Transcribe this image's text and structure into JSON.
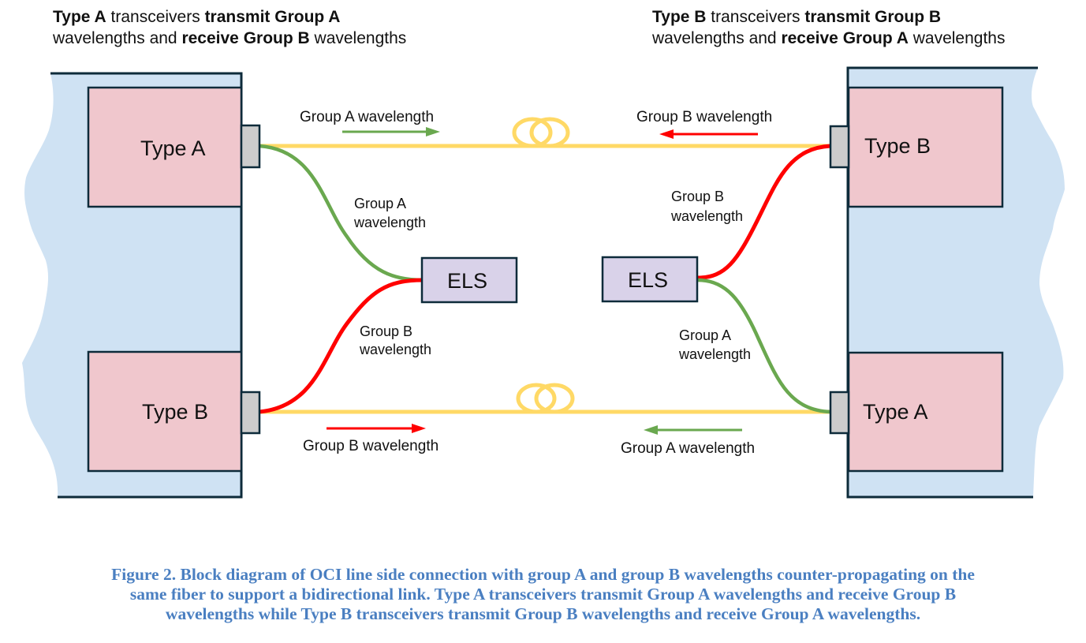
{
  "header_left": {
    "parts": [
      {
        "text": "Type A",
        "bold": true
      },
      {
        "text": " transceivers ",
        "bold": false
      },
      {
        "text": "transmit Group A",
        "bold": true
      },
      {
        "text": "\n",
        "bold": false
      },
      {
        "text": "wavelengths and ",
        "bold": false
      },
      {
        "text": "receive Group B",
        "bold": true
      },
      {
        "text": " wavelengths",
        "bold": false
      }
    ]
  },
  "header_right": {
    "parts": [
      {
        "text": "Type B",
        "bold": true
      },
      {
        "text": " transceivers ",
        "bold": false
      },
      {
        "text": "transmit Group B",
        "bold": true
      },
      {
        "text": "\n",
        "bold": false
      },
      {
        "text": "wavelengths and ",
        "bold": false
      },
      {
        "text": "receive Group A",
        "bold": true
      },
      {
        "text": " wavelengths",
        "bold": false
      }
    ]
  },
  "left_site": {
    "top_transceiver": "Type A",
    "bottom_transceiver": "Type B",
    "els": "ELS",
    "upper_branch_label": [
      "Group A",
      "wavelength"
    ],
    "lower_branch_label": [
      "Group B",
      "wavelength"
    ]
  },
  "right_site": {
    "top_transceiver": "Type B",
    "bottom_transceiver": "Type A",
    "els": "ELS",
    "upper_branch_label": [
      "Group B",
      "wavelength"
    ],
    "lower_branch_label": [
      "Group A",
      "wavelength"
    ]
  },
  "top_fiber": {
    "left_label": "Group A wavelength",
    "left_direction": "right",
    "right_label": "Group B wavelength",
    "right_direction": "left"
  },
  "bottom_fiber": {
    "left_label": "Group B wavelength",
    "left_direction": "right",
    "right_label": "Group A wavelength",
    "right_direction": "left"
  },
  "colors": {
    "group_a": "#6aa84f",
    "group_b": "#ff0000",
    "fiber": "#ffd966",
    "site_bg": "#cfe2f3",
    "transceiver": "#f0c7cd",
    "els": "#d9d2e9",
    "connector": "#cccccc",
    "outline": "#0d2b3a",
    "caption": "#4a7fc1"
  },
  "caption": {
    "lines": [
      "Figure 2. Block diagram of OCI line side connection with group A and group B wavelengths counter-propagating on the",
      "same fiber to support a bidirectional link. Type A transceivers transmit Group A wavelengths and receive Group B",
      "wavelengths while Type B transceivers transmit Group B wavelengths and receive Group A wavelengths."
    ]
  }
}
